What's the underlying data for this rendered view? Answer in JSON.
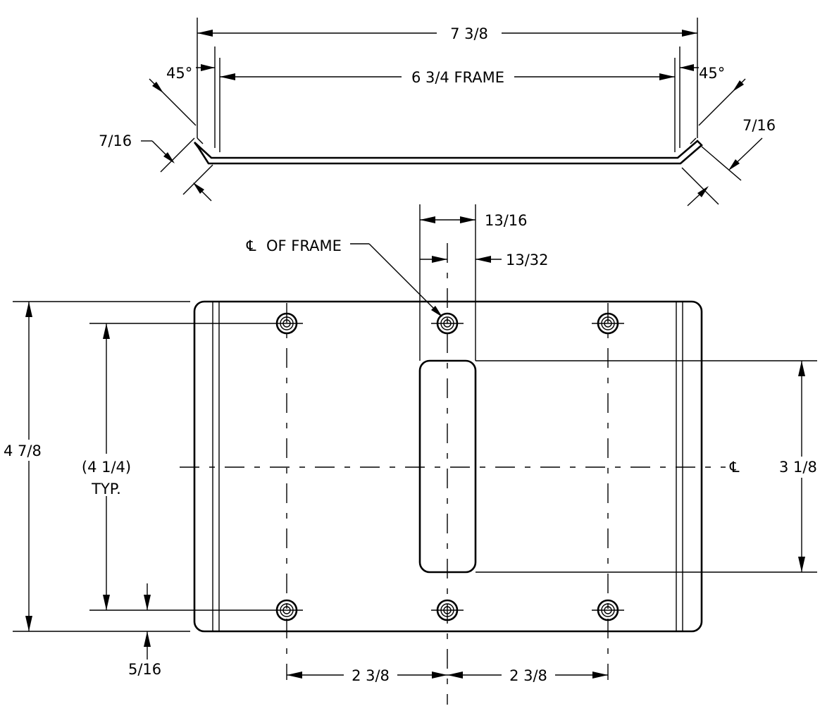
{
  "dimensions": {
    "top_overall": "7 3/8",
    "top_frame": "6 3/4 FRAME",
    "angle_left": "45°",
    "angle_right": "45°",
    "flange_left": "7/16",
    "flange_right": "7/16",
    "frame_width": "13/16",
    "frame_half": "13/32",
    "centerline_callout": "OF FRAME",
    "overall_height": "4 7/8",
    "hole_spacing_vertical": "(4 1/4)",
    "hole_spacing_vertical_note": "TYP.",
    "slot_height": "3 1/8",
    "edge_offset": "5/16",
    "hole_spacing_left": "2 3/8",
    "hole_spacing_right": "2 3/8"
  },
  "symbols": {
    "centerline": "℄"
  }
}
